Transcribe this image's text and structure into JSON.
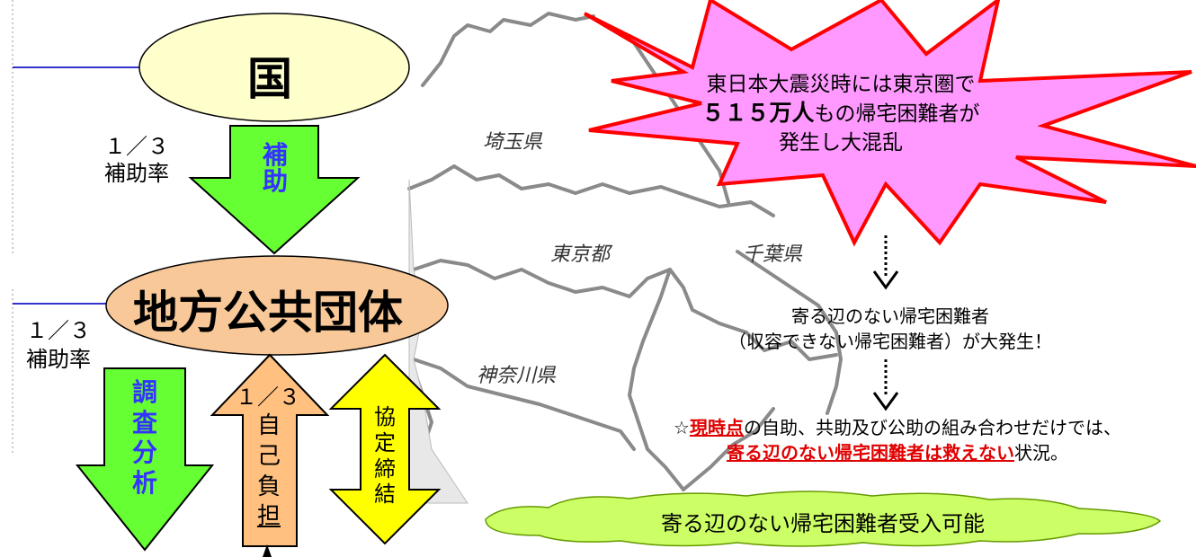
{
  "national": {
    "label": "国"
  },
  "local": {
    "label": "地方公共団体"
  },
  "left_rate_top": {
    "fraction": "１／３",
    "label": "補助率"
  },
  "left_rate_mid": {
    "fraction": "１／３",
    "label": "補助率"
  },
  "arrow_subsidy": {
    "chars": [
      "補",
      "助"
    ]
  },
  "arrow_survey": {
    "chars": [
      "調",
      "査",
      "分",
      "析"
    ]
  },
  "arrow_self": {
    "fraction": "１／３",
    "chars": [
      "自",
      "己",
      "負",
      "担"
    ]
  },
  "arrow_agreement": {
    "chars": [
      "協",
      "定",
      "締",
      "結"
    ]
  },
  "map_labels": {
    "saitama": "埼玉県",
    "tokyo": "東京都",
    "chiba": "千葉県",
    "kanagawa": "神奈川県"
  },
  "burst": {
    "line1": "東日本大震災時には東京圏で",
    "line2_bold": "５１５万人",
    "line2_rest": "もの帰宅困難者が",
    "line3": "発生し大混乱"
  },
  "stranded": {
    "line1": "寄る辺のない帰宅困難者",
    "line2": "（収容できない帰宅困難者）が大発生！"
  },
  "current": {
    "star": "☆",
    "highlight1": "現時点",
    "text1": "の自助、共助及び公助の組み合わせだけでは、",
    "highlight2": "寄る辺のない帰宅困難者は救えない",
    "text2": "状況。"
  },
  "cloud": {
    "label": "寄る辺のない帰宅困難者受入可能"
  },
  "colors": {
    "ellipse_national": "#ffffcc",
    "ellipse_local": "#f8c898",
    "arrow_green": "#66ff33",
    "arrow_orange": "#ffc080",
    "arrow_yellow": "#ffff00",
    "burst_fill": "#ff99ff",
    "burst_stroke": "#ff0000",
    "cloud_fill": "#ccff66",
    "connector_blue": "#3333cc",
    "arrow_text_blue": "#3333ff",
    "highlight_red": "#e00000"
  }
}
